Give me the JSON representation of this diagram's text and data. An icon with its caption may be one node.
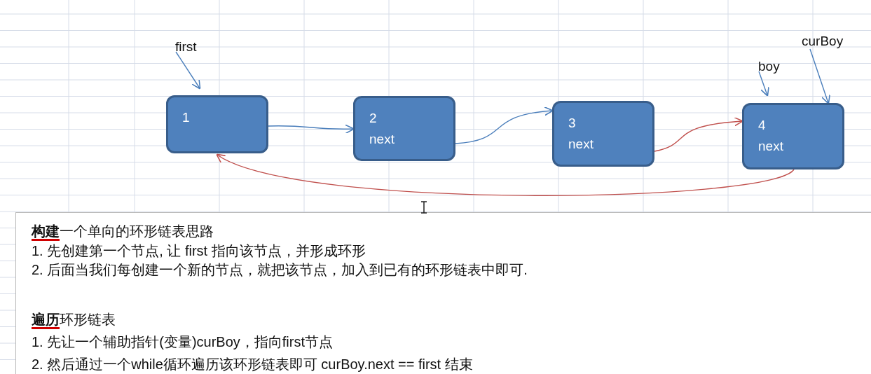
{
  "diagram": {
    "nodes": [
      {
        "text": [
          "1"
        ]
      },
      {
        "text": [
          "2",
          "next"
        ]
      },
      {
        "text": [
          "3",
          "next"
        ]
      },
      {
        "text": [
          "4",
          "next"
        ]
      },
      {
        "text": [
          "first"
        ]
      },
      {
        "text": [
          "boy"
        ]
      },
      {
        "text": [
          "curBoy"
        ]
      }
    ],
    "edges": [
      {
        "from": 0,
        "to": 1,
        "arrow": "to"
      },
      {
        "from": 1,
        "to": 2,
        "arrow": "to"
      },
      {
        "from": 2,
        "to": 3,
        "arrow": "to",
        "color": "#c0504d"
      },
      {
        "from": 3,
        "to": 0,
        "arrow": "to",
        "color": "#c0504d"
      },
      {
        "from": 4,
        "to": 0,
        "arrow": "to"
      },
      {
        "from": 5,
        "to": 3,
        "arrow": "to"
      },
      {
        "from": 6,
        "to": 3,
        "arrow": "to"
      }
    ],
    "labels": [
      "**构建**一个单向的环形链表思路",
      "1. 先创建第一个节点, 让 first 指向该节点，并形成环形",
      "2. 后面当我们每创建一个新的节点，就把该节点，加入到已有的环形链表中即可.",
      "**遍历**环形链表",
      "1. 先让一个辅助指针(变量)curBoy，指向first节点",
      "2. 然后通过一个while循环遍历该环形链表即可 curBoy.next == first 结束"
    ]
  }
}
